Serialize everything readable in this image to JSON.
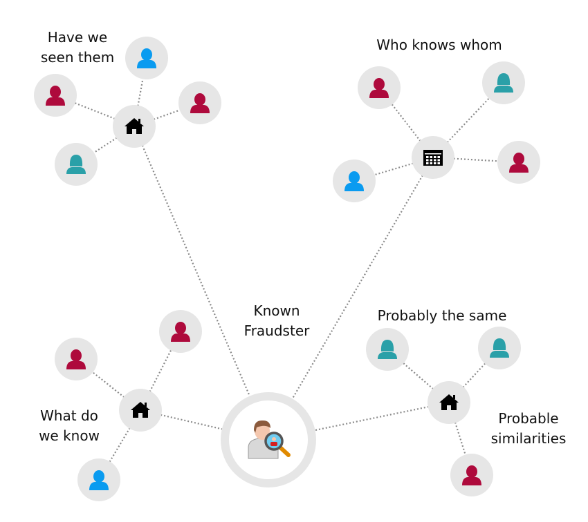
{
  "labels": {
    "have_seen": [
      "Have we",
      "seen them"
    ],
    "who_knows": [
      "Who knows whom"
    ],
    "known_fraudster": [
      "Known",
      "Fraudster"
    ],
    "probably_same": [
      "Probably the same"
    ],
    "what_know": [
      "What do",
      "we know"
    ],
    "probable_sim": [
      "Probable",
      "similarities"
    ]
  },
  "colors": {
    "red": "#AE0A3C",
    "teal": "#2AA0A8",
    "blue": "#0A9BF0",
    "node": "#E6E6E6",
    "edge": "#8A8A8A"
  },
  "clusters": [
    {
      "name": "have-we-seen-them",
      "hub": "house",
      "members": [
        "man-blue",
        "man-red",
        "man-red",
        "woman-teal"
      ]
    },
    {
      "name": "who-knows-whom",
      "hub": "calendar",
      "members": [
        "man-red",
        "woman-teal",
        "man-red",
        "man-blue"
      ]
    },
    {
      "name": "what-do-we-know",
      "hub": "house",
      "members": [
        "man-red",
        "man-red",
        "man-blue"
      ]
    },
    {
      "name": "probably-the-same",
      "hub": "house",
      "members": [
        "woman-teal",
        "woman-teal",
        "man-red"
      ]
    }
  ]
}
